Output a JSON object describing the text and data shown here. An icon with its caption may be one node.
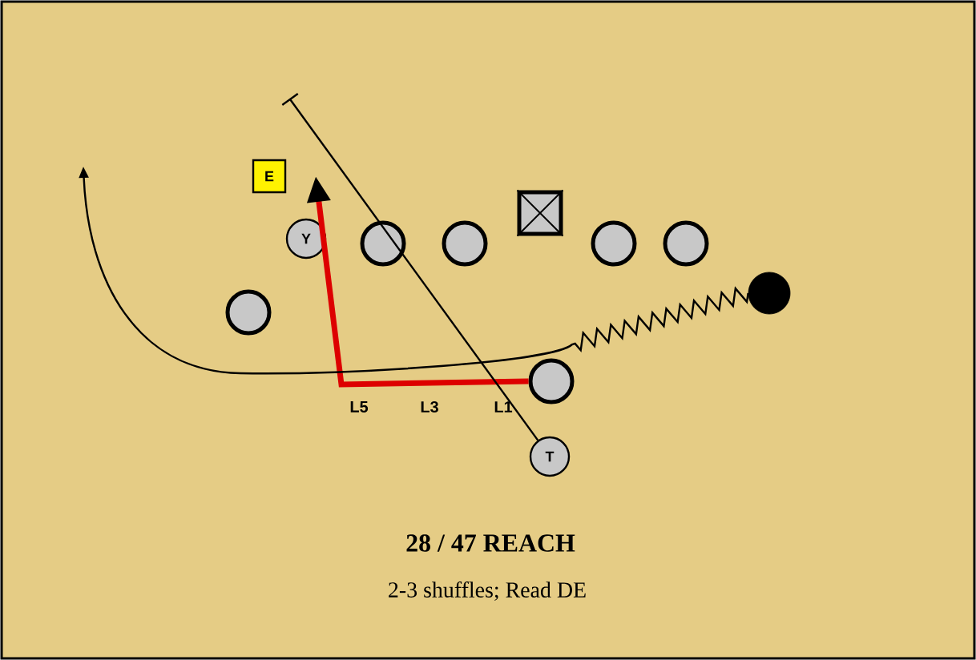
{
  "diagram": {
    "title": "28 / 47 REACH",
    "caption": "2-3 shuffles; Read DE",
    "nodes": [
      {
        "text": [
          "E"
        ]
      },
      {
        "text": [
          "Y"
        ]
      },
      {
        "text": [],
        "shape": "circle"
      },
      {
        "text": [],
        "shape": "circle"
      },
      {
        "text": [],
        "shape": "box"
      },
      {
        "text": [],
        "shape": "circle"
      },
      {
        "text": [],
        "shape": "circle"
      },
      {
        "text": [],
        "shape": "circle"
      },
      {
        "text": [],
        "shape": "circle"
      },
      {
        "text": [
          "T"
        ]
      },
      {
        "text": [],
        "shape": "circle"
      }
    ],
    "edges": [
      {
        "from": 8,
        "to": null,
        "arrow": "to",
        "style": "thick",
        "color": "#dd0000"
      },
      {
        "from": 10,
        "to": null,
        "arrow": "to"
      },
      {
        "from": 9,
        "to": null,
        "arrow": "none"
      }
    ],
    "labels": [
      "L5",
      "L3",
      "L1"
    ]
  }
}
